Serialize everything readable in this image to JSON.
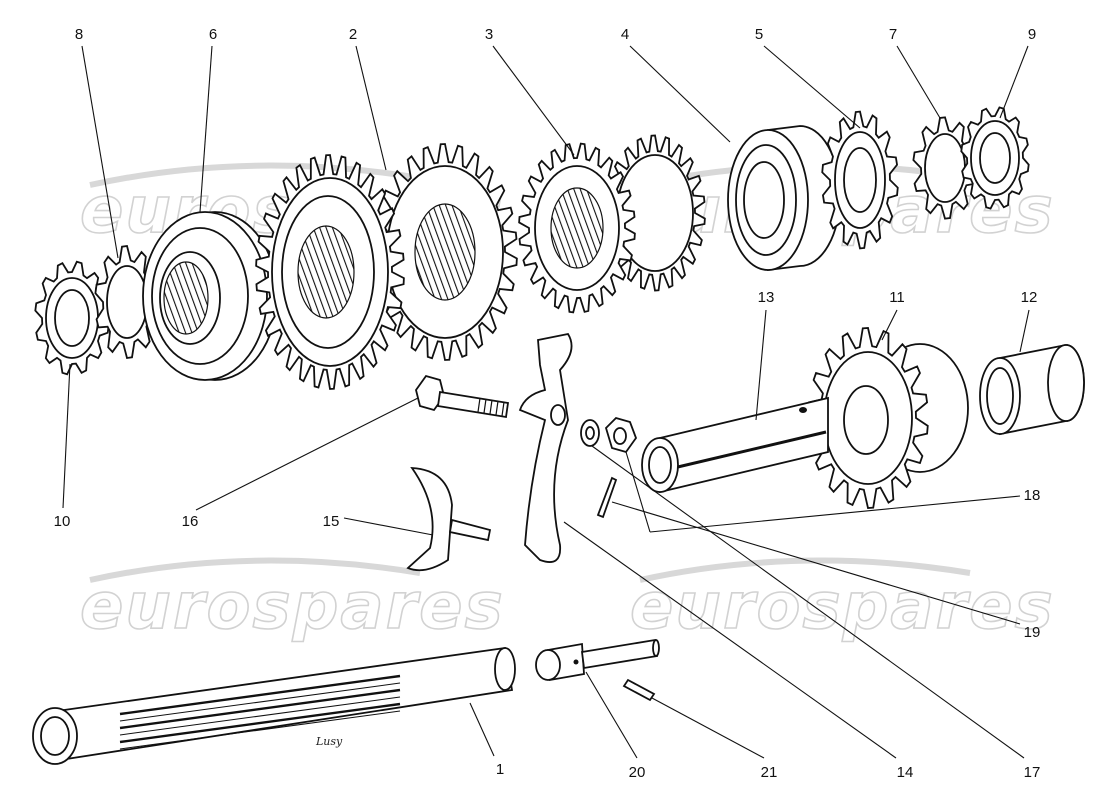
{
  "watermark": {
    "text": "eurospares"
  },
  "signature": "Lusy",
  "parts": [
    {
      "id": "1",
      "label": "1"
    },
    {
      "id": "2",
      "label": "2"
    },
    {
      "id": "3",
      "label": "3"
    },
    {
      "id": "4",
      "label": "4"
    },
    {
      "id": "5",
      "label": "5"
    },
    {
      "id": "6",
      "label": "6"
    },
    {
      "id": "7",
      "label": "7"
    },
    {
      "id": "8",
      "label": "8"
    },
    {
      "id": "9",
      "label": "9"
    },
    {
      "id": "10",
      "label": "10"
    },
    {
      "id": "11",
      "label": "11"
    },
    {
      "id": "12",
      "label": "12"
    },
    {
      "id": "13",
      "label": "13"
    },
    {
      "id": "14",
      "label": "14"
    },
    {
      "id": "15",
      "label": "15"
    },
    {
      "id": "16",
      "label": "16"
    },
    {
      "id": "17",
      "label": "17"
    },
    {
      "id": "18",
      "label": "18"
    },
    {
      "id": "19",
      "label": "19"
    },
    {
      "id": "20",
      "label": "20"
    },
    {
      "id": "21",
      "label": "21"
    }
  ]
}
